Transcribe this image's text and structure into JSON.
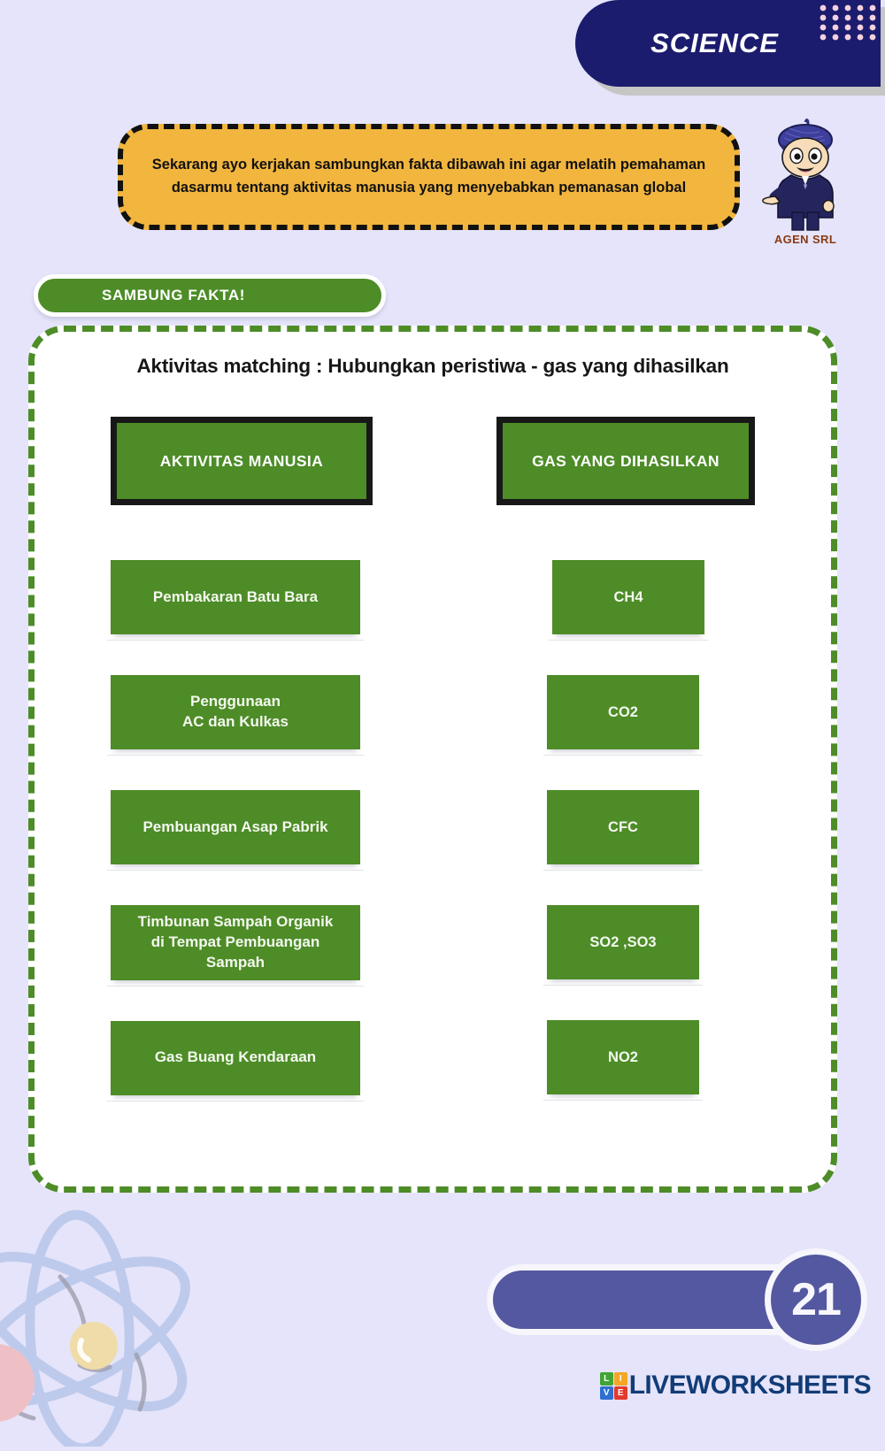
{
  "colors": {
    "page_background": "#e5e4fa",
    "banner_navy": "#1c1c6e",
    "accent_green": "#4d8c27",
    "callout_orange": "#f2b53e",
    "footer_purple": "#5458a0",
    "mascot_label": "#8a3a10",
    "logo_blue": "#123c77"
  },
  "header": {
    "banner_title": "SCIENCE",
    "dot_pattern_icon": "dot-grid-icon"
  },
  "instruction": {
    "text": "Sekarang ayo kerjakan sambungkan fakta dibawah ini agar melatih pemahaman dasarmu tentang aktivitas manusia yang menyebabkan pemanasan global"
  },
  "mascot": {
    "label": "AGEN SRL",
    "icon": "mascot-character-icon"
  },
  "section_tab": {
    "label": "SAMBUNG FAKTA!"
  },
  "card": {
    "title": "Aktivitas matching : Hubungkan peristiwa - gas yang dihasilkan",
    "left_column": {
      "header": "AKTIVITAS MANUSIA",
      "items": [
        "Pembakaran Batu Bara",
        "Penggunaan\nAC dan Kulkas",
        "Pembuangan Asap Pabrik",
        "Timbunan Sampah Organik\ndi Tempat Pembuangan\nSampah",
        "Gas Buang Kendaraan"
      ]
    },
    "right_column": {
      "header": "GAS YANG DIHASILKAN",
      "items": [
        "CH4",
        "CO2",
        "CFC",
        "SO2 ,SO3",
        "NO2"
      ]
    }
  },
  "footer": {
    "page_number": "21",
    "logo_word": "LIVEWORKSHEETS",
    "logo_tiles": [
      "L",
      "I",
      "V",
      "E"
    ]
  },
  "decoration": {
    "atom_icon": "atom-illustration-icon"
  }
}
